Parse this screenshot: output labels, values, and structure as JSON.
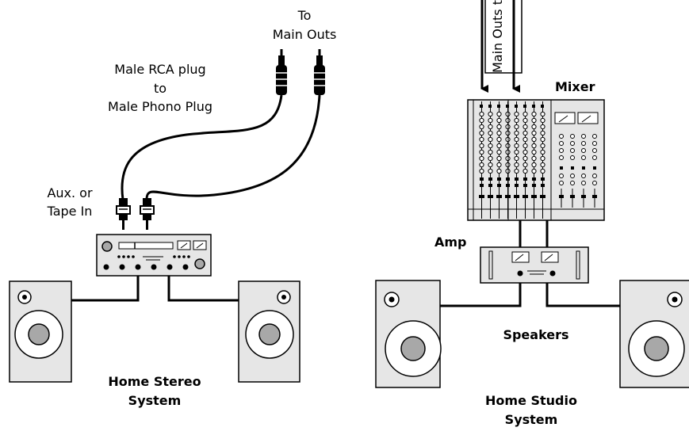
{
  "labels": {
    "to_main_outs_line1": "To",
    "to_main_outs_line2": "Main Outs",
    "cable_line1": "Male RCA plug",
    "cable_line2": "to",
    "cable_line3": "Male Phono Plug",
    "aux_line1": "Aux. or",
    "aux_line2": "Tape In",
    "home_stereo_line1": "Home Stereo",
    "home_stereo_line2": "System",
    "main_outs_vertical": "Main Outs t",
    "mixer": "Mixer",
    "amp": "Amp",
    "speakers": "Speakers",
    "home_studio_line1": "Home Studio",
    "home_studio_line2": "System"
  },
  "colors": {
    "stroke": "#000000",
    "equipment_fill": "#e6e6e6",
    "cone_fill": "#a8a8a8"
  },
  "icons": [
    "phono-plug-icon",
    "rca-plug-icon",
    "vu-meter-icon",
    "speaker-icon",
    "mixer-icon",
    "amplifier-icon",
    "receiver-icon"
  ]
}
